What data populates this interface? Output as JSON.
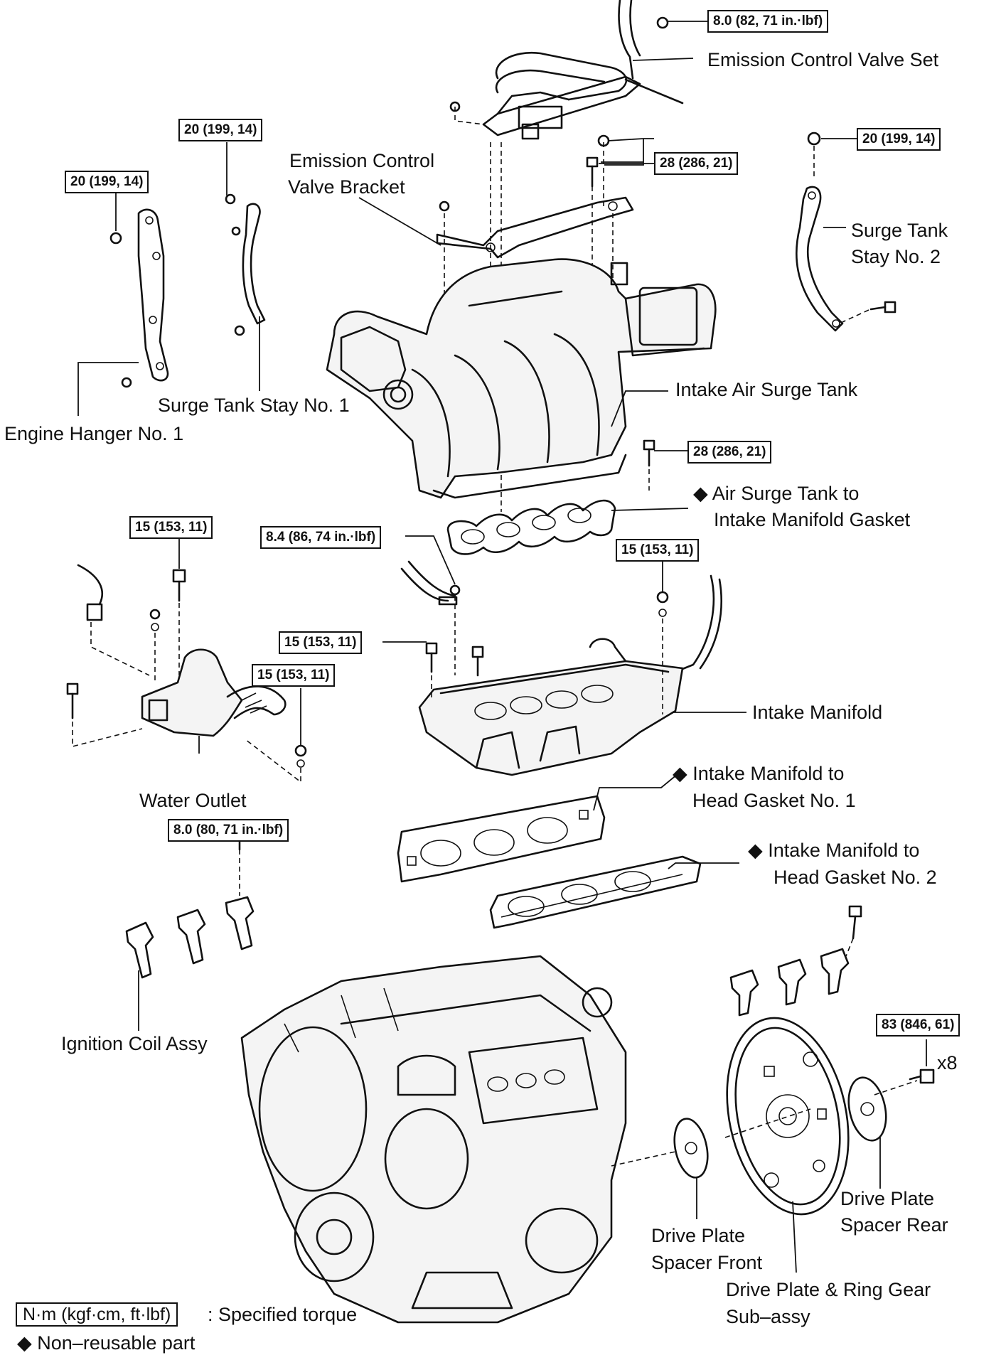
{
  "parts": {
    "emission_control_valve_set": "Emission Control Valve Set",
    "emission_control_valve_bracket_l1": "Emission Control",
    "emission_control_valve_bracket_l2": "Valve Bracket",
    "surge_tank_stay_no2_l1": "Surge Tank",
    "surge_tank_stay_no2_l2": "Stay No. 2",
    "surge_tank_stay_no1": "Surge Tank Stay No. 1",
    "engine_hanger_no1": "Engine Hanger No. 1",
    "intake_air_surge_tank": "Intake Air Surge Tank",
    "air_surge_tank_gasket_l1": "Air Surge Tank to",
    "air_surge_tank_gasket_l2": "Intake Manifold Gasket",
    "intake_manifold": "Intake Manifold",
    "water_outlet": "Water Outlet",
    "head_gasket_no1_l1": "Intake Manifold to",
    "head_gasket_no1_l2": "Head Gasket No. 1",
    "head_gasket_no2_l1": "Intake Manifold to",
    "head_gasket_no2_l2": "Head Gasket No. 2",
    "ignition_coil_assy": "Ignition Coil Assy",
    "drive_plate_spacer_front_l1": "Drive Plate",
    "drive_plate_spacer_front_l2": "Spacer Front",
    "drive_plate_spacer_rear_l1": "Drive Plate",
    "drive_plate_spacer_rear_l2": "Spacer Rear",
    "drive_plate_ring_gear_l1": "Drive Plate & Ring Gear",
    "drive_plate_ring_gear_l2": "Sub–assy",
    "bolt_count": "x8"
  },
  "torques": {
    "t1": "8.0 (82, 71 in.·lbf)",
    "t2": "28 (286, 21)",
    "t3": "20 (199, 14)",
    "t4": "20 (199, 14)",
    "t5": "20 (199, 14)",
    "t6": "28 (286, 21)",
    "t7": "15 (153, 11)",
    "t8": "8.4 (86, 74 in.·lbf)",
    "t9": "15 (153, 11)",
    "t10": "15 (153, 11)",
    "t11": "15 (153, 11)",
    "t12": "8.0 (80, 71 in.·lbf)",
    "t13": "83 (846, 61)"
  },
  "nonreusable_mark": "◆",
  "legend": {
    "unit_box": "N·m (kgf·cm, ft·lbf)",
    "unit_text": ": Specified torque",
    "nonreusable": "Non–reusable part"
  }
}
